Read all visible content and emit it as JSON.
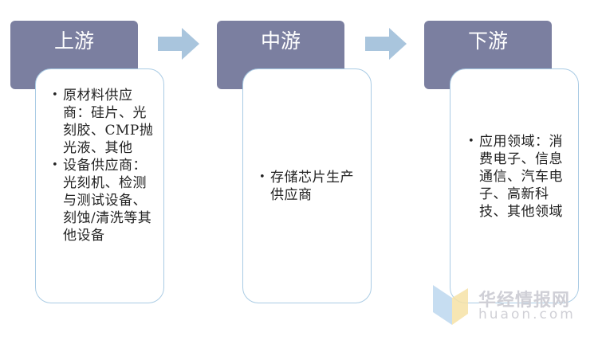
{
  "stages": [
    {
      "title": "上游",
      "items": [
        "原材料供应商：硅片、光刻胶、CMP抛光液、其他",
        "设备供应商：光刻机、检测与测试设备、刻蚀/清洗等其他设备"
      ]
    },
    {
      "title": "中游",
      "items": [
        "存储芯片生产供应商"
      ]
    },
    {
      "title": "下游",
      "items": [
        "应用领域：消费电子、信息通信、汽车电子、高新科技、其他领域"
      ]
    }
  ],
  "watermark": {
    "name": "华经情报网",
    "domain": "huaon.com"
  },
  "colors": {
    "header_bg": "#7b7fa0",
    "card_border": "#a9cbe4",
    "arrow": "#a9c5dd"
  }
}
